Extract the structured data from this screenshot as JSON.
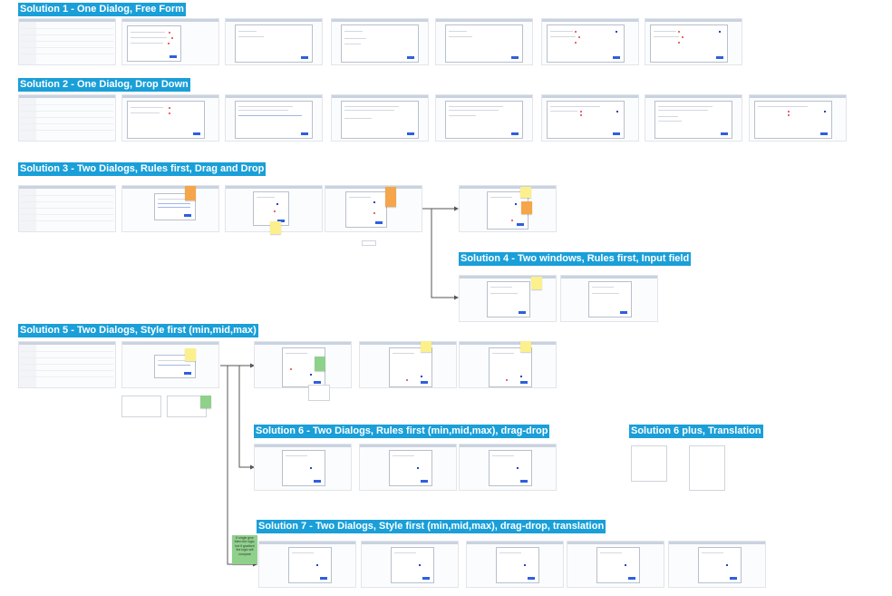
{
  "labels": {
    "s1": "Solution 1 - One Dialog, Free Form",
    "s2": "Solution 2 - One Dialog, Drop Down",
    "s3": "Solution 3 - Two Dialogs, Rules first, Drag and Drop",
    "s4": "Solution 4 - Two windows, Rules first, Input field",
    "s5": "Solution 5 - Two Dialogs, Style first (min,mid,max)",
    "s6": "Solution 6 - Two Dialogs, Rules first (min,mid,max), drag-drop",
    "s6plus": "Solution 6 plus, Translation",
    "s7": "Solution 7 - Two Dialogs, Style first (min,mid,max), drag-drop, translation"
  },
  "notes": {
    "s7_note": "If single give them the logic, but if gradient the logic will compare"
  },
  "colors": {
    "label_bg": "#1a9fd8",
    "connector": "#555555",
    "note_yellow": "#fbf08c",
    "note_orange": "#f5a54a",
    "note_green": "#8fd08b"
  }
}
